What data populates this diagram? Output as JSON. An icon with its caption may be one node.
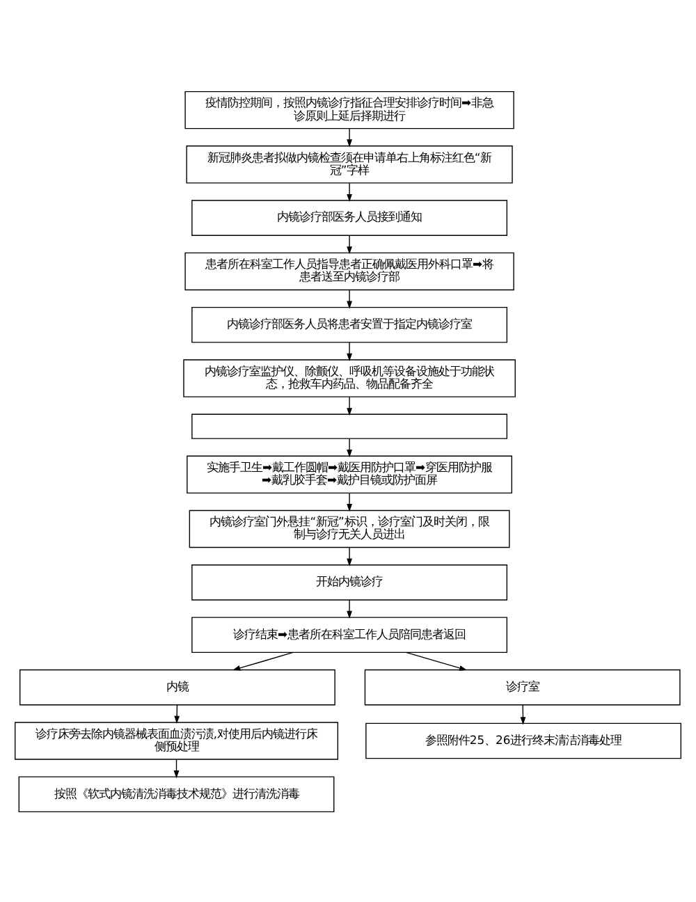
{
  "diagram": {
    "nodes": [
      {
        "text": [
          "疫情防控期间，按照内镜诊疗指征合理安排诊疗时间➡非急诊原则上延后择期进行"
        ]
      },
      {
        "text": [
          "新冠肺炎患者拟做内镜检查须在申请单右上角标注红色“新冠”字样"
        ]
      },
      {
        "text": [
          "内镜诊疗部医务人员接到通知"
        ]
      },
      {
        "text": [
          "患者所在科室工作人员指导患者正确佩戴医用外科口罩➡将患者送至内镜诊疗部"
        ]
      },
      {
        "text": [
          "内镜诊疗部医务人员将患者安置于指定内镜诊疗室"
        ]
      },
      {
        "text": [
          "内镜诊疗室监护仪、除颤仪、呼吸机等设备设施处于功能状态，抢救车内药品、物品配备齐全"
        ]
      },
      {
        "text": [],
        "shape": "box"
      },
      {
        "text": [
          "实施手卫生➡戴工作圆帽➡戴医用防护口罩➡穿医用防护服➡戴乳胶手套➡戴护目镜或防护面屏"
        ]
      },
      {
        "text": [
          "内镜诊疗室门外悬挂“新冠”标识，诊疗室门及时关闭，限制与诊疗无关人员进出"
        ]
      },
      {
        "text": [
          "开始内镜诊疗"
        ]
      },
      {
        "text": [
          "诊疗结束➡患者所在科室工作人员陪同患者返回"
        ]
      },
      {
        "text": [
          "内镜"
        ]
      },
      {
        "text": [
          "诊疗床旁去除内镜器械表面血渍污渍,对使用后内镜进行床侧预处理"
        ]
      },
      {
        "text": [
          "按照《软式内镜清洗消毒技术规范》进行清洗消毒"
        ]
      },
      {
        "text": [
          "诊疗室"
        ]
      },
      {
        "text": [
          "参照附件25、26进行终末清洁消毒处理"
        ]
      }
    ],
    "edges": [
      {
        "from": 0,
        "to": 1,
        "arrow": "to"
      },
      {
        "from": 1,
        "to": 2,
        "arrow": "to"
      },
      {
        "from": 2,
        "to": 3,
        "arrow": "to"
      },
      {
        "from": 3,
        "to": 4,
        "arrow": "to"
      },
      {
        "from": 4,
        "to": 5,
        "arrow": "to"
      },
      {
        "from": 5,
        "to": 6,
        "arrow": "to"
      },
      {
        "from": 6,
        "to": 7,
        "arrow": "to"
      },
      {
        "from": 7,
        "to": 8,
        "arrow": "to"
      },
      {
        "from": 8,
        "to": 9,
        "arrow": "to"
      },
      {
        "from": 9,
        "to": 10,
        "arrow": "to"
      },
      {
        "from": 10,
        "to": 11,
        "arrow": "to"
      },
      {
        "from": 11,
        "to": 12,
        "arrow": "to"
      },
      {
        "from": 12,
        "to": 13,
        "arrow": "to"
      },
      {
        "from": 10,
        "to": 14,
        "arrow": "to"
      },
      {
        "from": 14,
        "to": 15,
        "arrow": "to"
      }
    ]
  }
}
